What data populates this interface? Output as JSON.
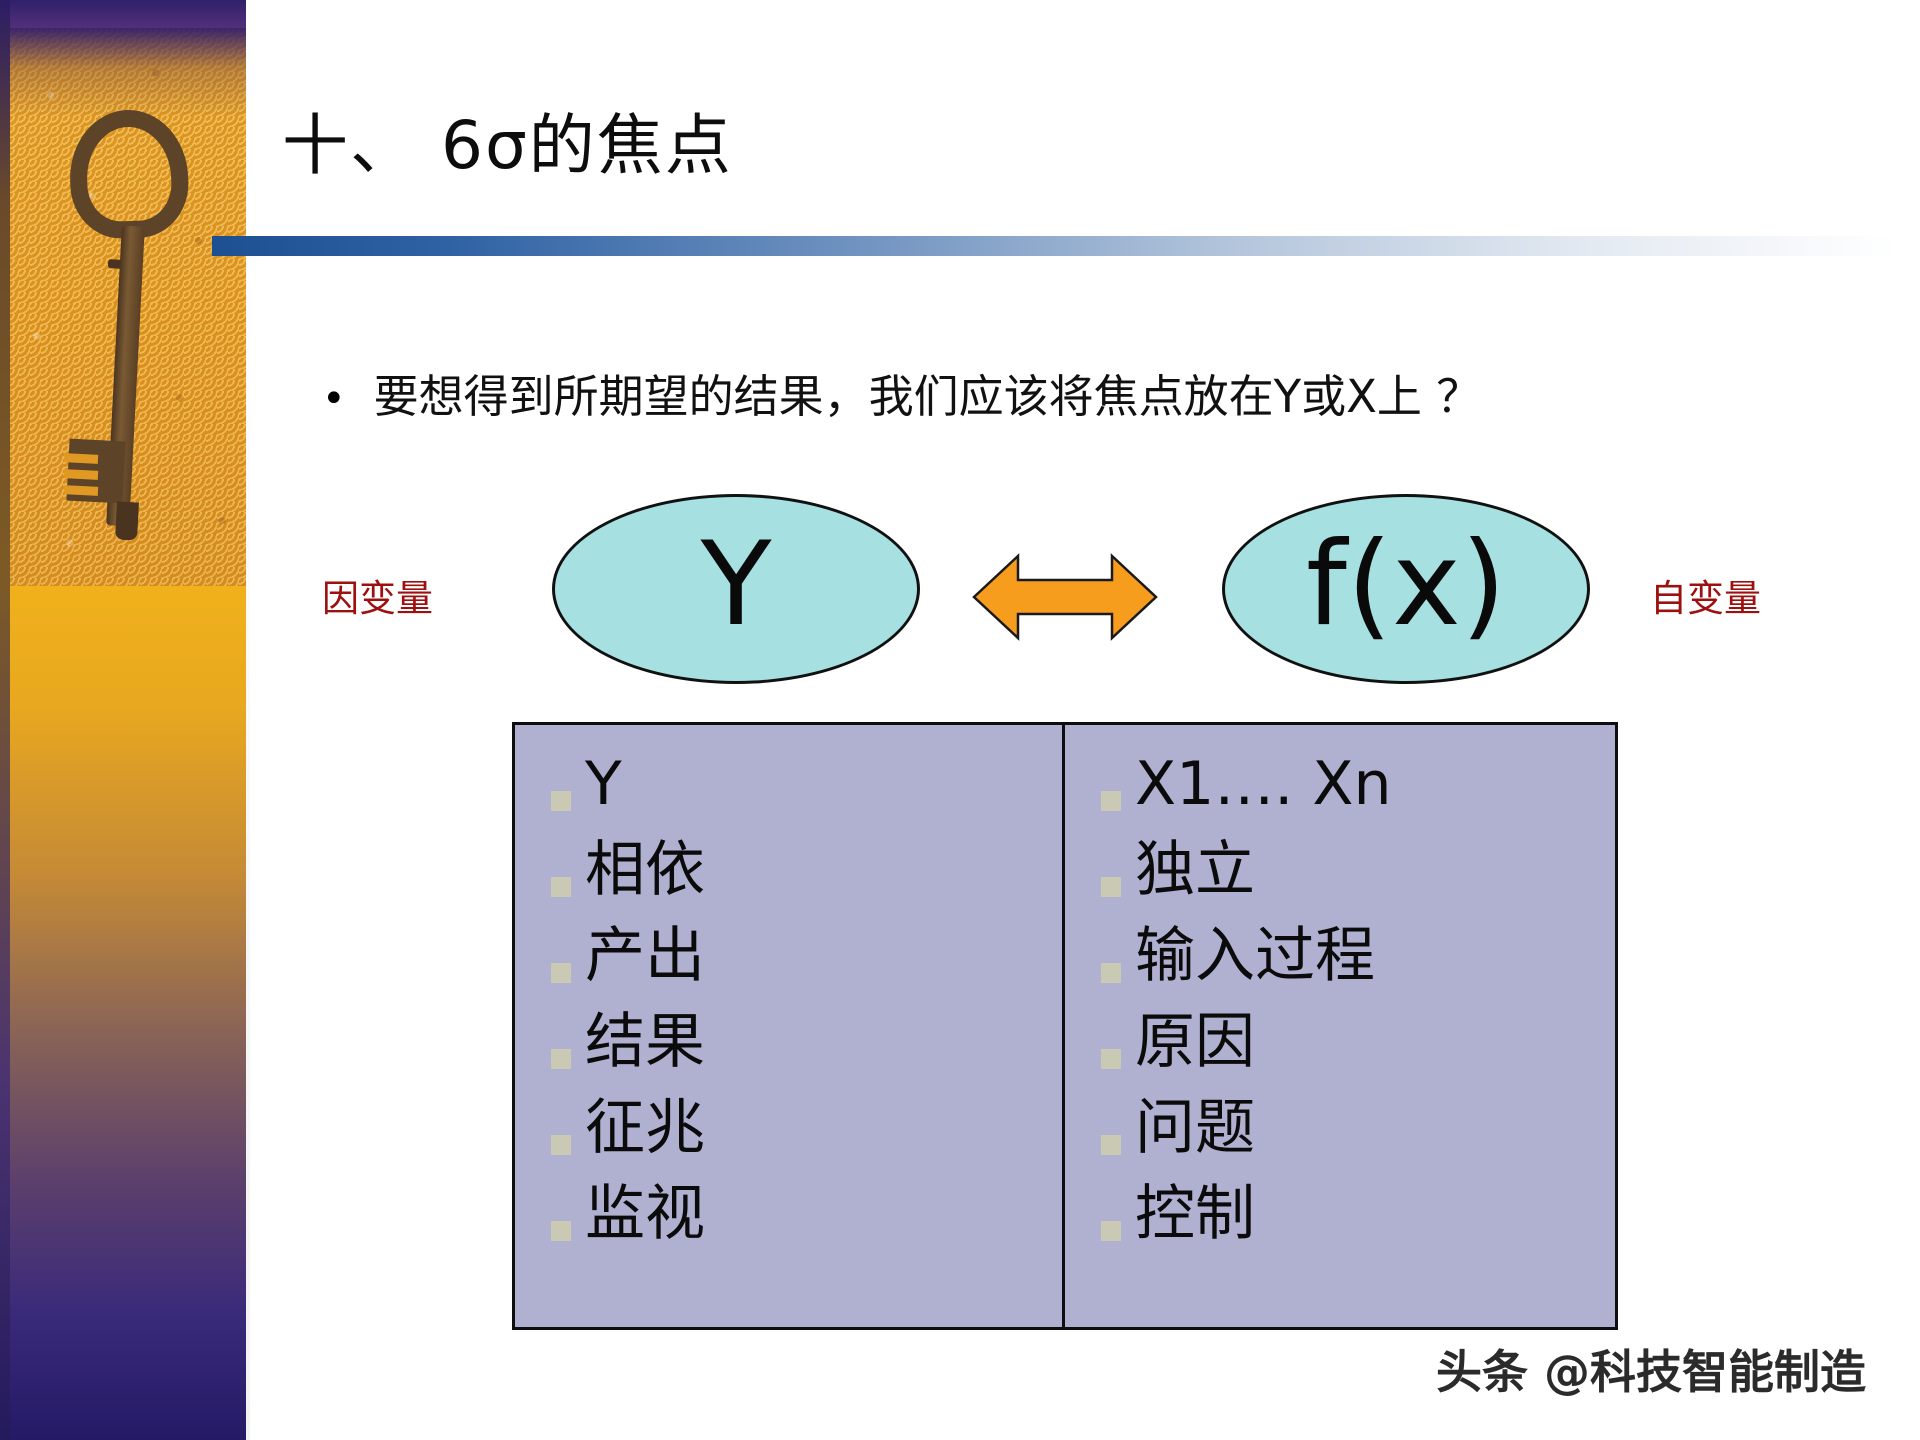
{
  "slide": {
    "title": "十、 6σ的焦点",
    "bullet_marker": "•",
    "bullet_text": "要想得到所期望的结果，我们应该将焦点放在Y或X上 ？",
    "watermark": "头条 @科技智能制造"
  },
  "diagram": {
    "left_label": "因变量",
    "right_label": "自变量",
    "left_node": "Y",
    "right_node": "f(x)",
    "connector": "double-headed-arrow"
  },
  "table": {
    "left_column": {
      "items": [
        {
          "label": "Y"
        },
        {
          "label": "相依"
        },
        {
          "label": "产出"
        },
        {
          "label": "结果"
        },
        {
          "label": "征兆"
        },
        {
          "label": "监视"
        }
      ]
    },
    "right_column": {
      "items": [
        {
          "label": "X1…. Xn"
        },
        {
          "label": "独立"
        },
        {
          "label": "输入过程"
        },
        {
          "label": "原因"
        },
        {
          "label": "问题"
        },
        {
          "label": "控制"
        }
      ]
    }
  },
  "colors": {
    "ellipse_fill": "#a6e0e0",
    "table_fill": "#b0b0d0",
    "arrow_fill": "#f79d1e",
    "label_red": "#9c1010",
    "rule_blue": "#1d4f93"
  },
  "sidebar": {
    "image": "key-photo"
  }
}
